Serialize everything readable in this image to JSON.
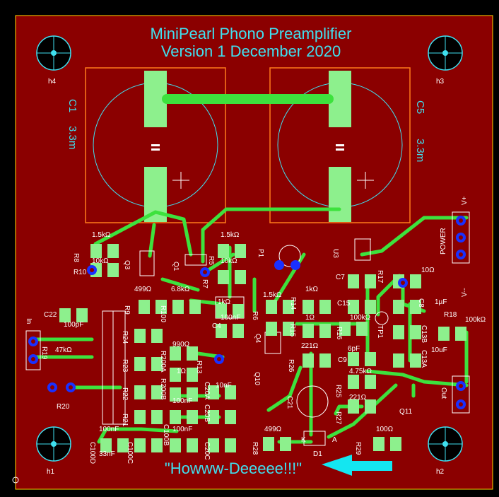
{
  "title": {
    "line1": "MiniPearl Phono Preamplifier",
    "line2": "Version 1 December 2020"
  },
  "caption": "\"Howww-Deeeee!!!\"",
  "colors": {
    "board": "#8b0000",
    "background": "#000000",
    "track": "#3de23d",
    "pad": "#8df08d",
    "silk": "#ffffff",
    "title_text": "#3fe0f0",
    "cap_outline": "#ff7a1a",
    "arrow": "#14e6f0"
  },
  "holes": [
    {
      "name": "h4",
      "icon": "mounting-hole-icon"
    },
    {
      "name": "h3",
      "icon": "mounting-hole-icon"
    },
    {
      "name": "h1",
      "icon": "mounting-hole-icon"
    },
    {
      "name": "h2",
      "icon": "mounting-hole-icon"
    }
  ],
  "big_caps": {
    "c1": {
      "ref": "C1",
      "value": "3.3m"
    },
    "c5": {
      "ref": "C5",
      "value": "3.3m"
    }
  },
  "connectors": {
    "in": "In",
    "out": "Out",
    "power": "POWER",
    "v_plus": "V+",
    "v_minus": "V--"
  },
  "refs": [
    "R8",
    "R10",
    "Q3",
    "Q1",
    "R5",
    "R7",
    "P1",
    "U3",
    "C7",
    "R17",
    "R9",
    "R100",
    "R24",
    "R23",
    "R22",
    "R21",
    "R19",
    "R20",
    "C22",
    "R13",
    "R6",
    "R14",
    "R15",
    "R16",
    "R26",
    "Q10",
    "Q4",
    "C15",
    "C8",
    "R18",
    "C13B",
    "C13A",
    "TP1",
    "C9",
    "C21",
    "R25",
    "R27",
    "Q11",
    "R28",
    "D1",
    "R29",
    "R200A",
    "R200B",
    "C100B",
    "C100C",
    "C100D",
    "C20A",
    "C20B",
    "C20C",
    "C4"
  ],
  "values": [
    "1.5kΩ",
    "10kΩ",
    "499Ω",
    "6.8kΩ",
    "1.5kΩ",
    "10kΩ",
    "100nF",
    "1.5kΩ",
    "1kΩ",
    "1Ω",
    "100kΩ",
    "990Ω",
    "221Ω",
    "4.75kΩ",
    "221Ω",
    "100Ω",
    "499Ω",
    "100nF",
    "100nF",
    "100nF",
    "10Ω",
    "100kΩ",
    "33nF",
    "100pF",
    "10nF",
    "10uF",
    "1µF",
    "47kΩ",
    "1kΩ",
    "6pF",
    "1Ω",
    "K",
    "A"
  ]
}
